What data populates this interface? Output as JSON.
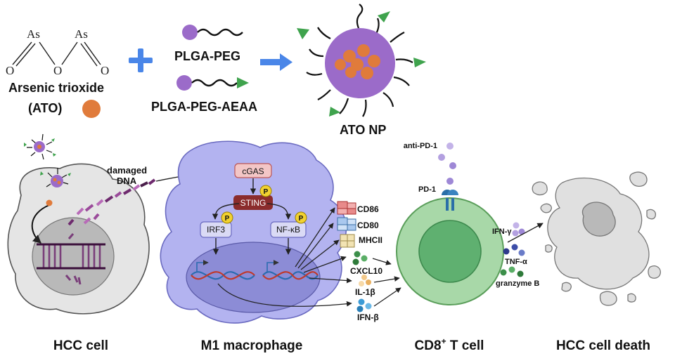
{
  "synthesis": {
    "as_top_left": "As",
    "as_top_right": "As",
    "o_left": "O",
    "o_mid": "O",
    "o_right": "O",
    "ato_name": "Arsenic trioxide",
    "ato_abbrev": "(ATO)",
    "polymer1": "PLGA-PEG",
    "polymer2": "PLGA-PEG-AEAA",
    "product": "ATO NP"
  },
  "pathway": {
    "damaged_dna_line1": "damaged",
    "damaged_dna_line2": "DNA",
    "cgas": "cGAS",
    "sting": "STING",
    "irf3": "IRF3",
    "nfkb": "NF-κB",
    "p": "P",
    "cd86": "CD86",
    "cd80": "CD80",
    "mhcii": "MHCII",
    "cxcl10": "CXCL10",
    "il1b": "IL-1β",
    "ifnb": "IFN-β",
    "anti_pd1": "anti-PD-1",
    "pd1": "PD-1",
    "ifng": "IFN-γ",
    "tnfa": "TNF-α",
    "granzyme": "granzyme B"
  },
  "captions": {
    "hcc_cell": "HCC cell",
    "macrophage": "M1 macrophage",
    "tcell_main": "CD8",
    "tcell_sup": "+",
    "tcell_tail": " T cell",
    "death": "HCC cell death"
  },
  "colors": {
    "ato_orange": "#E07B3B",
    "plga_purple": "#9B6BC9",
    "aeaa_green": "#3FA34D",
    "arrow_blue": "#4A86E8",
    "macrophage_fill": "#B3B3F0",
    "tcell_fill": "#A8D8A8",
    "sting_red": "#8B2C2C"
  }
}
